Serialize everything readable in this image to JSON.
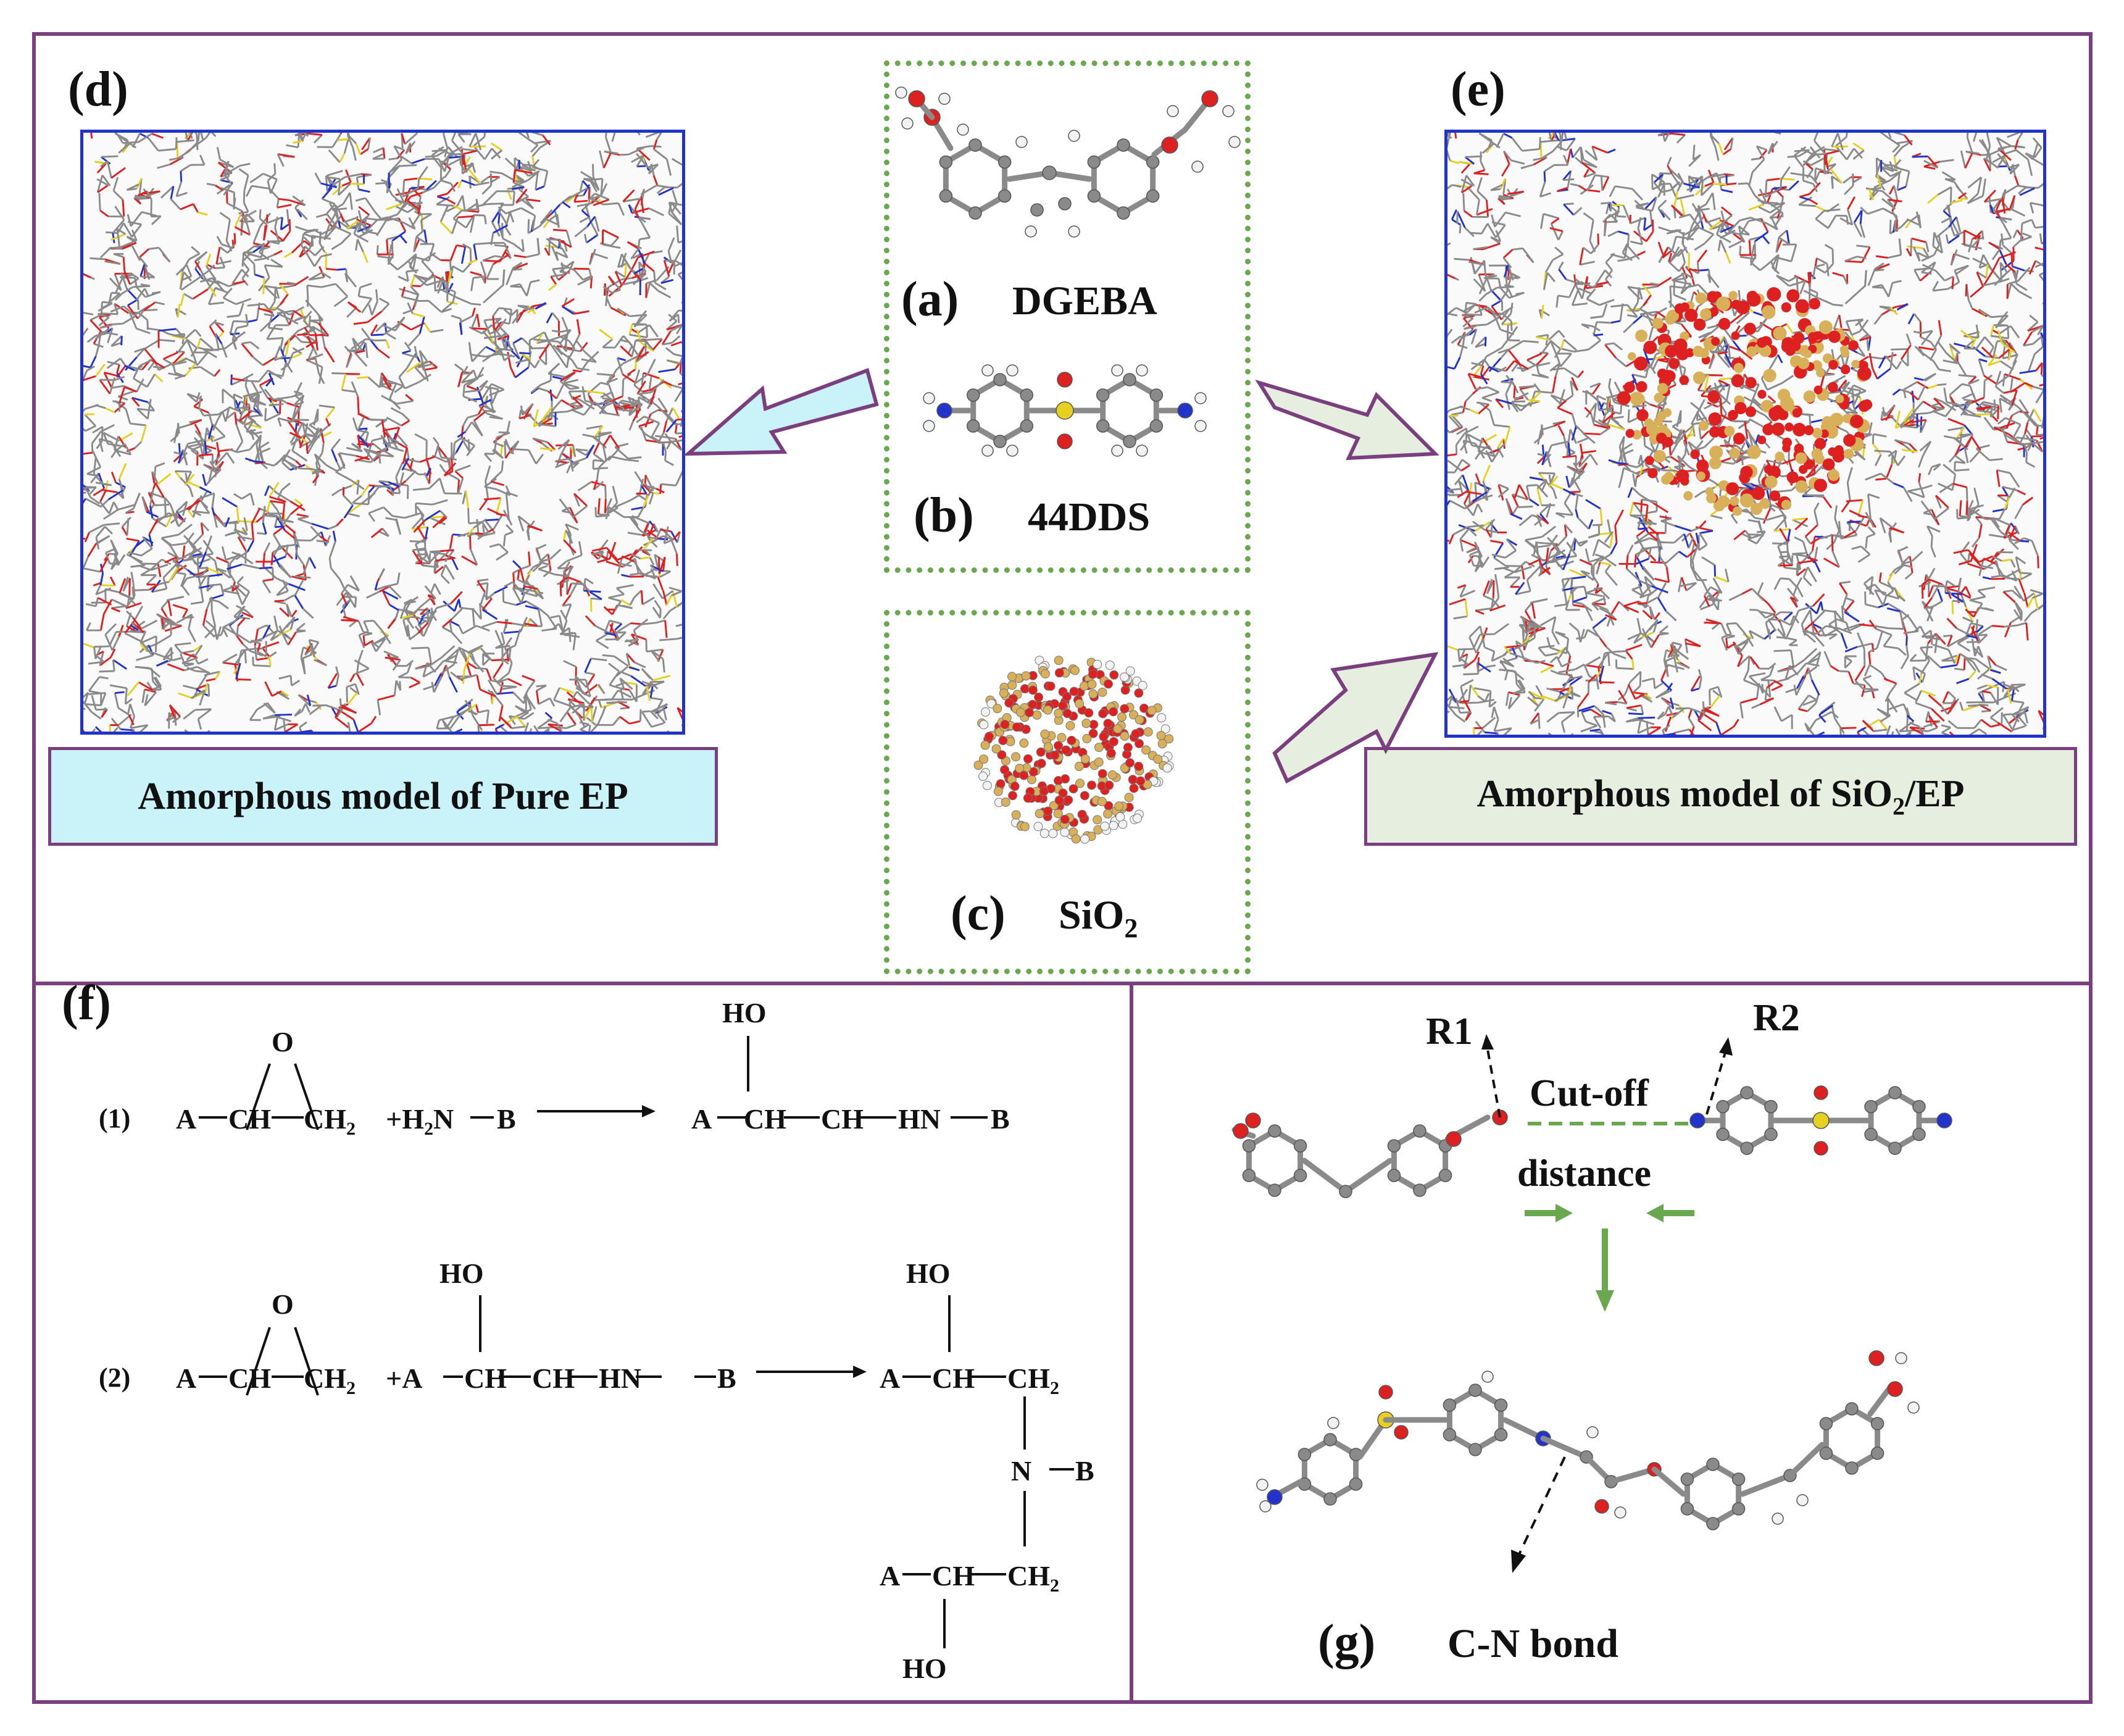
{
  "colors": {
    "frame": "#7b3f7f",
    "dotted_border": "#6aa84f",
    "sim_border": "#2233cc",
    "pure_ep_fill": "#c9f3f8",
    "sio2_ep_fill": "#e6efdf",
    "carbon": "#8a8a8a",
    "oxygen": "#dd2020",
    "nitrogen": "#2233cc",
    "sulfur": "#e6d020",
    "hydrogen": "#f2f2f2",
    "silicon": "#d8b05a"
  },
  "panels": {
    "d": {
      "label": "(d)",
      "caption": "Amorphous model of Pure EP"
    },
    "e": {
      "label": "(e)",
      "caption_prefix": "Amorphous model of  SiO",
      "caption_sub": "2",
      "caption_suffix": "/EP"
    },
    "a": {
      "label": "(a)",
      "name": "DGEBA"
    },
    "b": {
      "label": "(b)",
      "name": "44DDS"
    },
    "c": {
      "label": "(c)",
      "name_prefix": "SiO",
      "name_sub": "2"
    },
    "f": {
      "label": "(f)"
    },
    "g": {
      "label": "(g)",
      "bond_caption": "C-N bond",
      "r1": "R1",
      "r2": "R2",
      "cutoff": "Cut-off",
      "distance": "distance"
    }
  },
  "reactions": {
    "r1_num": "(1)",
    "r2_num": "(2)",
    "O": "O",
    "HO": "HO",
    "A": "A",
    "B": "B",
    "CH": "CH",
    "CH2": "CH",
    "sub2": "2",
    "plus_H2N": "+H",
    "H2N_N": "N",
    "plus_A": "+A",
    "HN": "HN",
    "N": "N"
  }
}
